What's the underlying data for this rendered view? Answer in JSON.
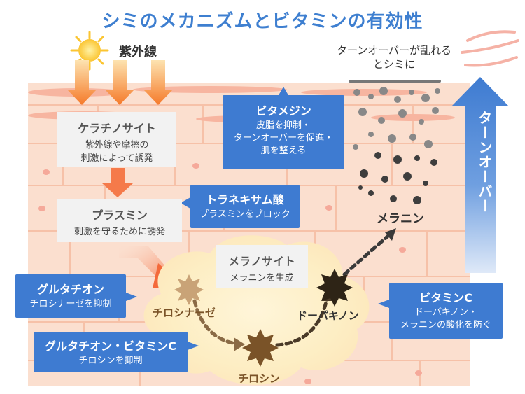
{
  "title": "シミのメカニズムとビタミンの有効性",
  "uv_label": "紫外線",
  "turnover_note": "ターンオーバーが乱れるとシミに",
  "turnover_label": "ターンオーバー",
  "steps": {
    "keratinocyte": {
      "title": "ケラチノサイト",
      "desc1": "紫外線や摩擦の",
      "desc2": "刺激によって誘発"
    },
    "plasmin": {
      "title": "プラスミン",
      "desc": "刺激を守るために誘発"
    },
    "melanocyte": {
      "title": "メラノサイト",
      "desc": "メラニンを生成"
    }
  },
  "vitamins": {
    "vitamin_e": {
      "title": "ビタメジン",
      "l1": "皮脂を抑制・",
      "l2": "ターンオーバーを促進・",
      "l3": "肌を整える"
    },
    "tranexamic": {
      "title": "トラネキサム酸",
      "desc": "プラスミンをブロック"
    },
    "glutathione": {
      "title": "グルタチオン",
      "desc": "チロシナーゼを抑制"
    },
    "glutathione_c": {
      "title": "グルタチオン・ビタミンC",
      "desc": "チロシンを抑制"
    },
    "vitamin_c": {
      "title": "ビタミンC",
      "l1": "ドーパキノン・",
      "l2": "メラニンの酸化を防ぐ"
    }
  },
  "molecules": {
    "tyrosinase": "チロシナーゼ",
    "tyrosine": "チロシン",
    "dopaquinone": "ドーパキノン",
    "melanin": "メラニン"
  },
  "colors": {
    "title": "#3e7fd0",
    "blue_box": "#3e7bd1",
    "skin": "#fbdccb",
    "orange": "#f58a3a",
    "melanin_dark": "#5a3a1c"
  }
}
